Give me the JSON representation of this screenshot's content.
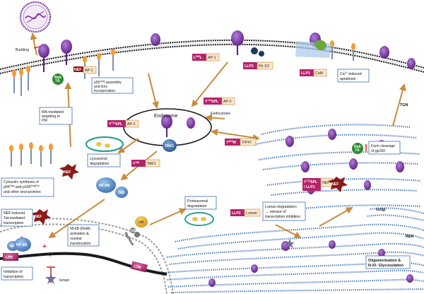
{
  "labels": {
    "budding": "Budding",
    "p55_assembly": [
      "p55",
      "Gag",
      " assembly",
      "and Env",
      "incorporation"
    ],
    "ap1_tag": "AP-1",
    "nef_top": "NEF",
    "rab7a_top": "Rab\n7A",
    "ma_targeting": [
      "MA-mediated",
      "targeting to",
      "PM"
    ],
    "cytosolic": [
      "Cytosolic synthesis of",
      "p55",
      "Gag",
      " and p160",
      "GagPol",
      "and other viral proteins"
    ],
    "nef_cyto": "NEF",
    "l_motif": [
      "L",
      "855",
      "L"
    ],
    "ap1_top2": "AP-1",
    "llp3": "LLP3",
    "pb12": "Pb 1/2",
    "llp1_top": "LLP1",
    "cam": "CaM",
    "ca_apoptosis": [
      "Ca",
      "2+",
      "-induced",
      "apoptosis"
    ],
    "y712_ap2_top": [
      "Y",
      "712",
      "SPL"
    ],
    "ap2_top": "AP-2",
    "endocytosis": "Endocytosis",
    "endosome": "Endosome",
    "y712_ap2_left": [
      "Y",
      "712",
      "SPL"
    ],
    "ap2_left": "AP-2",
    "lysosomal": [
      "Lysosomal",
      "degradation"
    ],
    "tak1_endo": "TAK1",
    "y802w": [
      "Y",
      "802",
      "W"
    ],
    "tip47": "TIP47",
    "tgn": "TGN",
    "rab7a_tgn": "Rab\n7A",
    "furin": [
      "Furin cleavage",
      "of gp160"
    ],
    "y768_tak1": [
      "Y",
      "768"
    ],
    "tak1_tag": "TAK1",
    "nfkb_cyto": "NF-kB",
    "ikb_cyto": "IkB",
    "ikb_small": "IkB",
    "ub": "Ub",
    "proteasomal": [
      "Proteasomal",
      "degradation"
    ],
    "y712_llp1": [
      "Y",
      "712",
      "SPL",
      "/ LLP1"
    ],
    "nef_tgn": "NEF",
    "nef_tgn2": "NEF",
    "golgi": "Golgi",
    "nef_left": "NEF",
    "nef_induced": [
      "NEF-induced",
      "Tat-mediated",
      "transcription"
    ],
    "nfkb_activation": [
      "Nf-kB (RelA)",
      "activation &",
      "nuclear",
      "translocation"
    ],
    "nucleus": "Nucleus",
    "nfkb_nuc": "NF-kB",
    "nfkb_nuc_small": "Nf",
    "ltr_left": "LTR",
    "ltr_right": "LTR",
    "inhibition": [
      "Inhibition of",
      "transcription"
    ],
    "luman_nuc": "luman",
    "llp2": "LLP2",
    "luman_tag": "Luman",
    "luman_degradation": [
      "Luman degradation",
      "→ release of",
      "transcription inhibition"
    ],
    "rer": "RER",
    "oligomerization": [
      "Oligomerization &",
      "N-/O- Glycosylation"
    ]
  },
  "colors": {
    "membrane": "#1a1a1a",
    "er": "#3d6fb0",
    "env_purple": "#7a2b9e",
    "env_lilac": "#b28ad1",
    "arrow": "#c98a3c",
    "tag_magenta": "#b5236b",
    "tag_light": "#fbe6c8",
    "tak1_blue": "#3b6fa8",
    "nfkb_blue": "#5a8ccc",
    "nef_red": "#8b1a1a",
    "rab_green": "#2f8a2f"
  }
}
